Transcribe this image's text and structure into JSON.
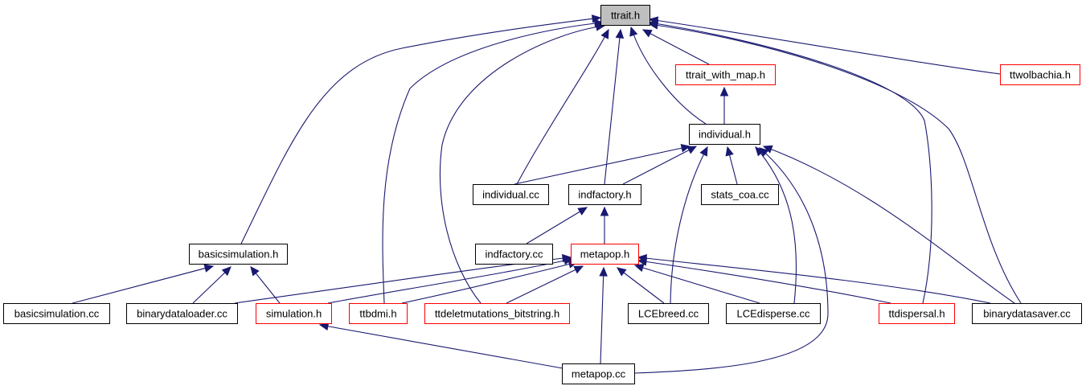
{
  "colors": {
    "edge": "#191970",
    "arrow": "#191970",
    "normal_border": "#000000",
    "red_border": "#ff0000",
    "root_fill": "#bfbfbf",
    "node_fill": "#ffffff"
  },
  "nodes": [
    {
      "id": "ttrait_h",
      "label": "ttrait.h",
      "style": "root"
    },
    {
      "id": "ttrait_with_map_h",
      "label": "ttrait_with_map.h",
      "style": "red"
    },
    {
      "id": "ttwolbachia_h",
      "label": "ttwolbachia.h",
      "style": "red"
    },
    {
      "id": "individual_h",
      "label": "individual.h",
      "style": "normal"
    },
    {
      "id": "individual_cc",
      "label": "individual.cc",
      "style": "normal"
    },
    {
      "id": "indfactory_h",
      "label": "indfactory.h",
      "style": "normal"
    },
    {
      "id": "stats_coa_cc",
      "label": "stats_coa.cc",
      "style": "normal"
    },
    {
      "id": "basicsimulation_h",
      "label": "basicsimulation.h",
      "style": "normal"
    },
    {
      "id": "indfactory_cc",
      "label": "indfactory.cc",
      "style": "normal"
    },
    {
      "id": "metapop_h",
      "label": "metapop.h",
      "style": "red"
    },
    {
      "id": "basicsimulation_cc",
      "label": "basicsimulation.cc",
      "style": "normal"
    },
    {
      "id": "binarydataloader_cc",
      "label": "binarydataloader.cc",
      "style": "normal"
    },
    {
      "id": "simulation_h",
      "label": "simulation.h",
      "style": "red"
    },
    {
      "id": "ttbdmi_h",
      "label": "ttbdmi.h",
      "style": "red"
    },
    {
      "id": "ttdeletmutations_bitstring_h",
      "label": "ttdeletmutations_bitstring.h",
      "style": "red"
    },
    {
      "id": "lcebreed_cc",
      "label": "LCEbreed.cc",
      "style": "normal"
    },
    {
      "id": "lcedisperse_cc",
      "label": "LCEdisperse.cc",
      "style": "normal"
    },
    {
      "id": "ttdispersal_h",
      "label": "ttdispersal.h",
      "style": "red"
    },
    {
      "id": "binarydatasaver_cc",
      "label": "binarydatasaver.cc",
      "style": "normal"
    },
    {
      "id": "metapop_cc",
      "label": "metapop.cc",
      "style": "normal"
    }
  ],
  "edges": [
    {
      "from": "ttrait_h",
      "to": "ttrait_with_map_h"
    },
    {
      "from": "ttrait_h",
      "to": "ttwolbachia_h"
    },
    {
      "from": "ttrait_h",
      "to": "individual_h"
    },
    {
      "from": "ttrait_h",
      "to": "individual_cc"
    },
    {
      "from": "ttrait_h",
      "to": "indfactory_h"
    },
    {
      "from": "ttrait_h",
      "to": "basicsimulation_h"
    },
    {
      "from": "ttrait_h",
      "to": "ttbdmi_h"
    },
    {
      "from": "ttrait_h",
      "to": "ttdeletmutations_bitstring_h"
    },
    {
      "from": "ttrait_h",
      "to": "ttdispersal_h"
    },
    {
      "from": "ttrait_h",
      "to": "binarydatasaver_cc"
    },
    {
      "from": "ttrait_with_map_h",
      "to": "individual_h"
    },
    {
      "from": "individual_h",
      "to": "individual_cc"
    },
    {
      "from": "individual_h",
      "to": "indfactory_h"
    },
    {
      "from": "individual_h",
      "to": "stats_coa_cc"
    },
    {
      "from": "individual_h",
      "to": "lcebreed_cc"
    },
    {
      "from": "individual_h",
      "to": "lcedisperse_cc"
    },
    {
      "from": "individual_h",
      "to": "binarydatasaver_cc"
    },
    {
      "from": "individual_h",
      "to": "metapop_cc"
    },
    {
      "from": "indfactory_h",
      "to": "indfactory_cc"
    },
    {
      "from": "indfactory_h",
      "to": "metapop_h"
    },
    {
      "from": "basicsimulation_h",
      "to": "basicsimulation_cc"
    },
    {
      "from": "basicsimulation_h",
      "to": "binarydataloader_cc"
    },
    {
      "from": "basicsimulation_h",
      "to": "simulation_h"
    },
    {
      "from": "metapop_h",
      "to": "binarydataloader_cc"
    },
    {
      "from": "metapop_h",
      "to": "simulation_h"
    },
    {
      "from": "metapop_h",
      "to": "ttbdmi_h"
    },
    {
      "from": "metapop_h",
      "to": "ttdeletmutations_bitstring_h"
    },
    {
      "from": "metapop_h",
      "to": "lcebreed_cc"
    },
    {
      "from": "metapop_h",
      "to": "lcedisperse_cc"
    },
    {
      "from": "metapop_h",
      "to": "ttdispersal_h"
    },
    {
      "from": "metapop_h",
      "to": "binarydatasaver_cc"
    },
    {
      "from": "metapop_h",
      "to": "metapop_cc"
    },
    {
      "from": "simulation_h",
      "to": "metapop_cc"
    }
  ]
}
